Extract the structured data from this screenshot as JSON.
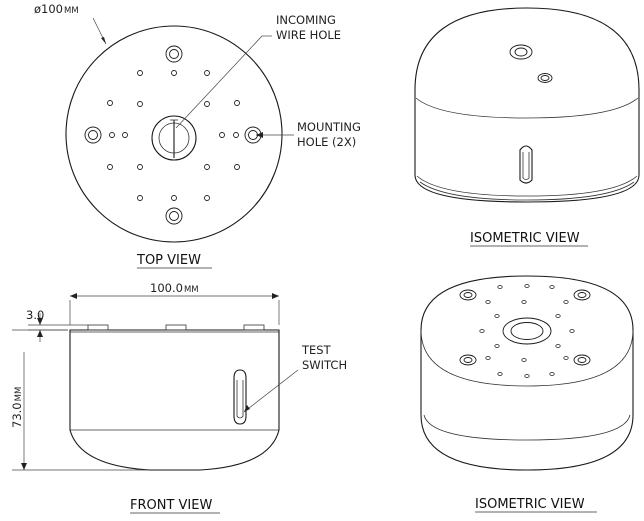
{
  "top_view": {
    "diameter_value": "ø100",
    "diameter_unit": "MM",
    "incoming_label_1": "INCOMING",
    "incoming_label_2": "WIRE HOLE",
    "mounting_label_1": "MOUNTING",
    "mounting_label_2": "HOLE (2X)",
    "title": "TOP VIEW"
  },
  "front_view": {
    "width_value": "100.0",
    "width_unit": "MM",
    "lip_value": "3.0",
    "height_value": "73.0",
    "height_unit": "MM",
    "switch_label_1": "TEST",
    "switch_label_2": "SWITCH",
    "title": "FRONT VIEW"
  },
  "iso_view_1": {
    "title": "ISOMETRIC VIEW"
  },
  "iso_view_2": {
    "title": "ISOMETRIC VIEW"
  }
}
